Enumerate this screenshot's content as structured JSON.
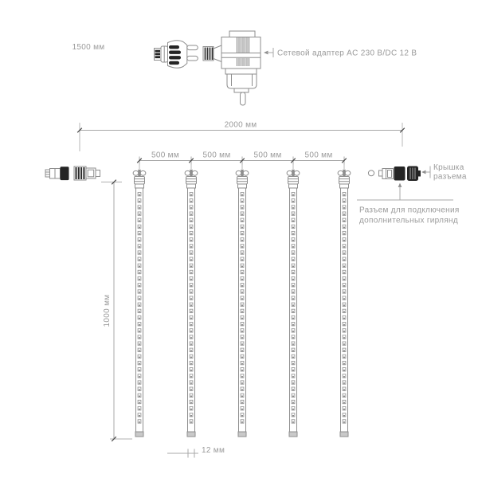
{
  "diagram": {
    "type": "technical-dimension-drawing",
    "subject": "LED icicle garland with power adapter",
    "colors": {
      "background": "#ffffff",
      "line": "#8e8e8e",
      "dark_parts": "#242424",
      "text": "#9a9a9a",
      "tube_end_cap": "#c9c9c9"
    },
    "labels": {
      "power_cable_length": "1500 мм",
      "adapter": "Сетевой адаптер AC 230 В/DC 12 В",
      "total_length": "2000 мм",
      "segment_lengths": [
        "500 мм",
        "500 мм",
        "500 мм",
        "500 мм"
      ],
      "drop_length": "1000 мм",
      "tube_width": "12 мм",
      "connector_cap_line1": "Крышка",
      "connector_cap_line2": "разъема",
      "extra_connector_line1": "Разъем для подключения",
      "extra_connector_line2": "дополнительных гирлянд"
    },
    "tubes": {
      "count": 5,
      "leds_per_tube": 36
    }
  }
}
